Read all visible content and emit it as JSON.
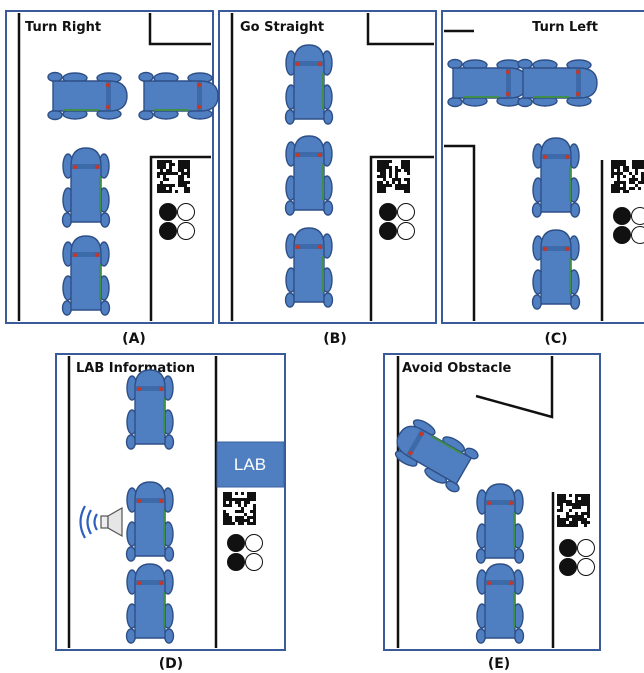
{
  "figure": {
    "panels": [
      {
        "id": "A",
        "title": "Turn Right",
        "caption": "(A)"
      },
      {
        "id": "B",
        "title": "Go Straight",
        "caption": "(B)"
      },
      {
        "id": "C",
        "title": "Turn Left",
        "caption": "(C)"
      },
      {
        "id": "D",
        "title": "LAB Information",
        "caption": "(D)"
      },
      {
        "id": "E",
        "title": "Avoid Obstacle",
        "caption": "(E)"
      }
    ],
    "lab_sign": "LAB"
  },
  "colors": {
    "wheelchair_fill": "#4f7fc1",
    "wheelchair_outline": "#2e4f86",
    "wheelchair_marker": "#c0392b",
    "wheelchair_stripe": "#3f8f4a",
    "lab_sign": "#4f7fc1",
    "panel_border": "#3a5a9a",
    "speaker_waves": "#2e5fbf"
  },
  "icons": [
    "wheelchair-icon",
    "qr-code-icon",
    "marker-dots-icon",
    "speaker-icon"
  ]
}
